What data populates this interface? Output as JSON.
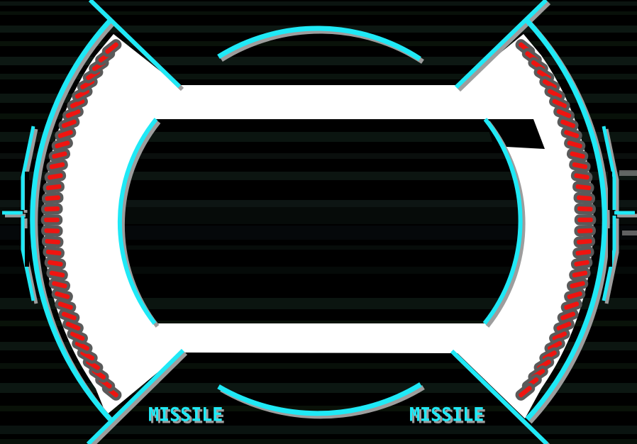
{
  "hud": {
    "labels": {
      "missile_left": "MISSILE",
      "missile_right": "MISSILE"
    },
    "ammo": {
      "left_segments": 35,
      "right_segments": 35
    },
    "colors": {
      "accent_cyan": "#1fe9f6",
      "segment_red": "#ee1410",
      "segment_outline": "#5a5a5a",
      "shadow_gray": "#9d9d9d",
      "ring_white": "#ffffff",
      "background": "#000000"
    },
    "background_stripes": [
      [
        2,
        6,
        "#0b1410"
      ],
      [
        16,
        5,
        "#081009"
      ],
      [
        36,
        10,
        "#0c1712"
      ],
      [
        58,
        7,
        "#091209"
      ],
      [
        80,
        12,
        "#0d1813"
      ],
      [
        104,
        8,
        "#0a140e"
      ],
      [
        132,
        13,
        "#0c1611"
      ],
      [
        160,
        8,
        "#081109"
      ],
      [
        186,
        14,
        "#0b1510"
      ],
      [
        216,
        8,
        "#0a0f0d"
      ],
      [
        242,
        12,
        "#0c1511"
      ],
      [
        282,
        10,
        "#0d1513"
      ],
      [
        292,
        24,
        "#060b09"
      ],
      [
        318,
        20,
        "#05080a"
      ],
      [
        346,
        6,
        "#070c0a"
      ],
      [
        376,
        10,
        "#050a08"
      ],
      [
        420,
        16,
        "#0b1510"
      ],
      [
        452,
        8,
        "#091209"
      ],
      [
        482,
        12,
        "#0c1611"
      ],
      [
        512,
        8,
        "#081009"
      ],
      [
        540,
        14,
        "#0c1712"
      ],
      [
        572,
        8,
        "#091108"
      ],
      [
        600,
        12,
        "#0a1310"
      ],
      [
        619,
        7,
        "#071009"
      ]
    ]
  }
}
